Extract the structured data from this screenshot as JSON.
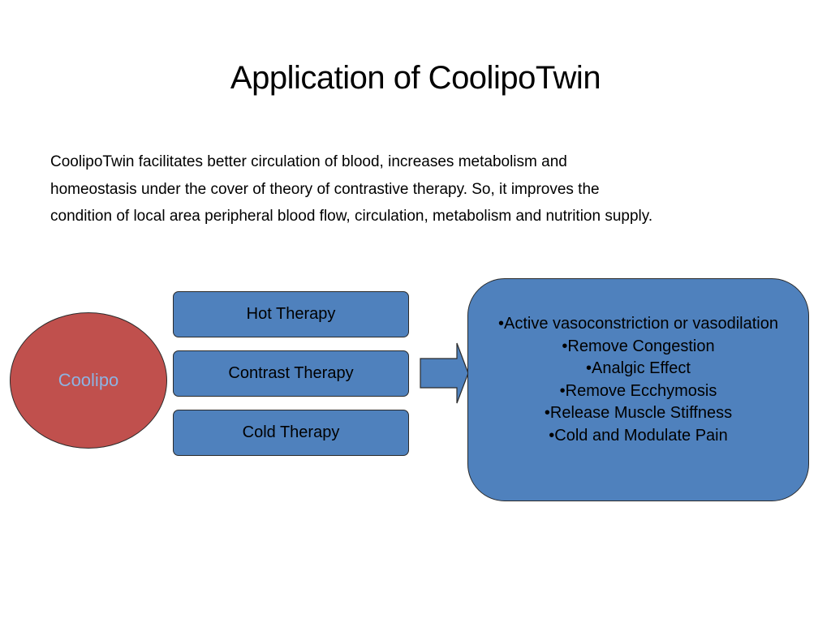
{
  "slide": {
    "title": "Application of CoolipoTwin",
    "body_lines": [
      "CoolipoTwin facilitates better circulation of blood, increases metabolism and",
      "homeostasis under the cover of theory of contrastive therapy. So, it improves the",
      "condition of local area peripheral blood flow, circulation, metabolism and  nutrition supply."
    ]
  },
  "diagram": {
    "source_label": "Coolipo",
    "therapies": [
      "Hot Therapy",
      "Contrast Therapy",
      "Cold Therapy"
    ],
    "effects": [
      "•Active vasoconstriction or vasodilation",
      "•Remove Congestion",
      "•Analgic Effect",
      "•Remove Ecchymosis",
      "•Release Muscle Stiffness",
      "•Cold and Modulate Pain"
    ]
  },
  "colors": {
    "circle_fill": "#c0504d",
    "circle_text": "#8db3e2",
    "box_fill": "#4f81bd",
    "outline": "#2b2b2b"
  }
}
